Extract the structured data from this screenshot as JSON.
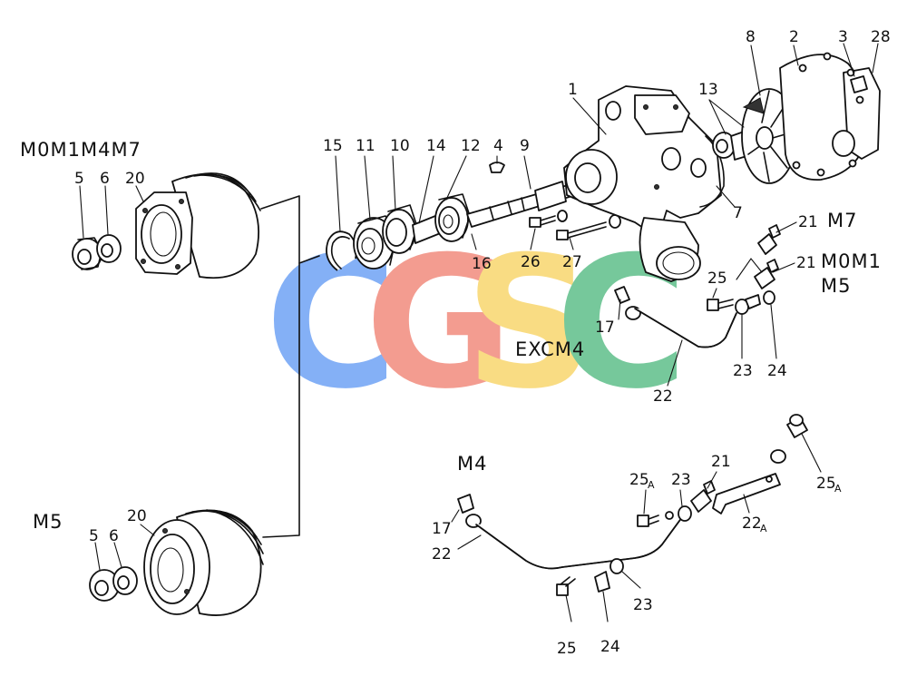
{
  "watermark": {
    "letters": [
      "C",
      "G",
      "S",
      "C"
    ],
    "colors": [
      "#6fa3f5",
      "#f28b7d",
      "#f8d66e",
      "#5fbf8a"
    ]
  },
  "variants": {
    "top_pulley": "M0M1M4M7",
    "bottom_pulley": "M5",
    "exc": "EXCM4",
    "m4": "M4",
    "m7": "M7",
    "m0m1": "M0M1",
    "m5": "M5"
  },
  "labels": {
    "p1": "1",
    "p2": "2",
    "p3": "3",
    "p28": "28",
    "p8": "8",
    "p13": "13",
    "p15": "15",
    "p11": "11",
    "p10": "10",
    "p14": "14",
    "p12": "12",
    "p4": "4",
    "p9": "9",
    "p7": "7",
    "p16": "16",
    "p26": "26",
    "p27": "27",
    "p5_top": "5",
    "p6_top": "6",
    "p20_top": "20",
    "p21_m7": "21",
    "p21_m0m1": "21",
    "p25_top": "25",
    "p17_top": "17",
    "p23_top": "23",
    "p24_top": "24",
    "p22_top": "22",
    "p5_bot": "5",
    "p6_bot": "6",
    "p20_bot": "20",
    "p25a_1": "25",
    "p25a_1_sub": "A",
    "p23_b1": "23",
    "p21_b": "21",
    "p25a_2": "25",
    "p25a_2_sub": "A",
    "p17_b": "17",
    "p22_b": "22",
    "p22a": "22",
    "p22a_sub": "A",
    "p23_b2": "23",
    "p25_b": "25",
    "p24_b": "24"
  }
}
